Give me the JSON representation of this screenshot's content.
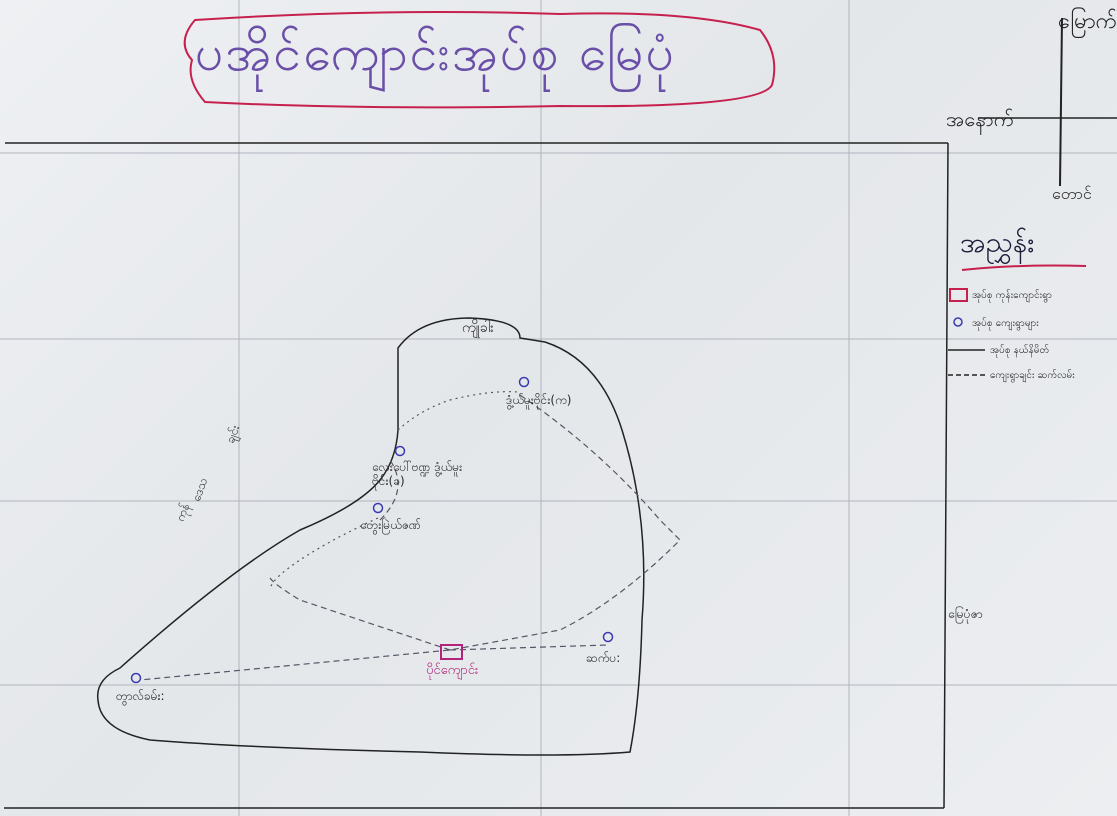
{
  "map": {
    "title": "ပအိုင်ကျောင်းအုပ်စု မြေပုံ",
    "compass": {
      "north": "မြောက်",
      "west": "အနောက်",
      "south": "တောင်"
    },
    "legend": {
      "title": "အညွှန်း",
      "items": [
        {
          "symbol": "red-square",
          "label": "အုပ်စု ကုန်းကျောင်းရွာ"
        },
        {
          "symbol": "circle",
          "label": "အုပ်စု ကျေးရွာများ"
        },
        {
          "symbol": "solid-line",
          "label": "အုပ်စု နယ်နိမိတ်"
        },
        {
          "symbol": "dashed-line",
          "label": "ကျေးရွာချင်း ဆက်လမ်း"
        }
      ]
    },
    "side_label": "မြေပုံဇာ",
    "north_region_label": "ကျိုခါး",
    "left_labels": [
      "ချင်း",
      "ဒေသ",
      "ကုန်"
    ],
    "villages": [
      {
        "name": "ပိုင်ကျောင်း",
        "type": "school"
      },
      {
        "name": "ဒွံ့ယ်မူးဗိုင်း(က)"
      },
      {
        "name": "လေးပေါ်ဗဏ္ဍ ဒွံ့ယ်မူးဗိုင်း(ခ)"
      },
      {
        "name": "တွေးမြဲယ်ဇဏ်"
      },
      {
        "name": "ဆက်ပ:"
      },
      {
        "name": "တွာလ်ခမ်း:"
      }
    ],
    "colors": {
      "school": "#b0247a",
      "title_frame": "#c6204f",
      "ink": "#222222",
      "title_ink": "#6a4fa8",
      "village_ink": "#3a3ab0"
    }
  }
}
